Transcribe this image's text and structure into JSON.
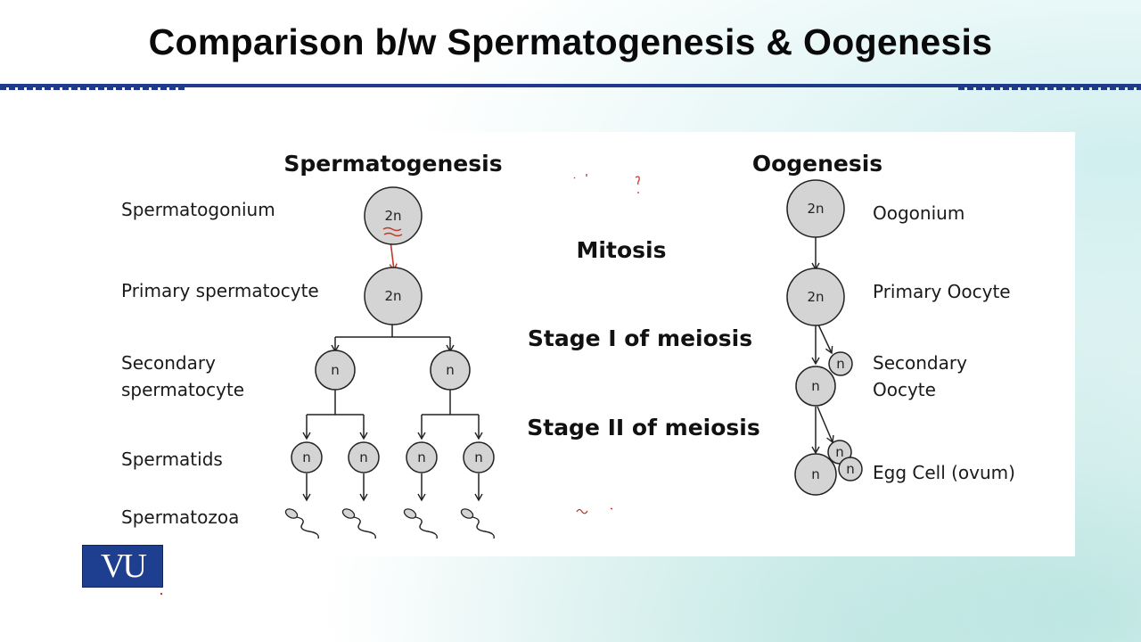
{
  "slide": {
    "title": "Comparison b/w Spermatogenesis & Oogenesis"
  },
  "headers": {
    "left": "Spermatogenesis",
    "right": "Oogenesis"
  },
  "stages": {
    "mitosis": "Mitosis",
    "meiosis1": "Stage I of meiosis",
    "meiosis2": "Stage II of meiosis"
  },
  "sperm_labels": {
    "spermatogonium": "Spermatogonium",
    "primary": "Primary spermatocyte",
    "secondary_line1": "Secondary",
    "secondary_line2": "spermatocyte",
    "spermatids": "Spermatids",
    "spermatozoa": "Spermatozoa"
  },
  "oo_labels": {
    "oogonium": "Oogonium",
    "primary": "Primary Oocyte",
    "secondary_line1": "Secondary",
    "secondary_line2": "Oocyte",
    "egg": "Egg Cell (ovum)"
  },
  "ploidy": {
    "diploid": "2n",
    "haploid": "n"
  },
  "logo": {
    "text": "VU"
  },
  "colors": {
    "title_rule": "#1f3a8a",
    "cell_fill": "#d4d4d4",
    "annotation_red": "#c0392b",
    "logo_bg": "#1e3f8f"
  }
}
